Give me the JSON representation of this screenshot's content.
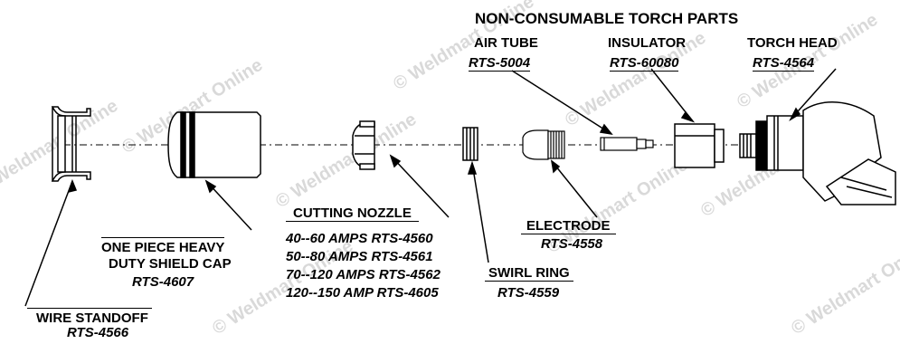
{
  "section_title": "NON-CONSUMABLE TORCH PARTS",
  "watermark": "© Weldmart Online",
  "parts": {
    "air_tube": {
      "name": "AIR TUBE",
      "part_no": "RTS-5004"
    },
    "insulator": {
      "name": "INSULATOR",
      "part_no": "RTS-60080"
    },
    "torch_head": {
      "name": "TORCH HEAD",
      "part_no": "RTS-4564"
    },
    "cutting_nozzle": {
      "name": "CUTTING NOZZLE",
      "variants": [
        "40--60 AMPS RTS-4560",
        "50--80 AMPS RTS-4561",
        "70--120 AMPS RTS-4562",
        "120--150 AMP RTS-4605"
      ]
    },
    "electrode": {
      "name": "ELECTRODE",
      "part_no": "RTS-4558"
    },
    "swirl_ring": {
      "name": "SWIRL RING",
      "part_no": "RTS-4559"
    },
    "shield_cap": {
      "name_line1": "ONE PIECE HEAVY",
      "name_line2": "DUTY SHIELD CAP",
      "part_no": "RTS-4607"
    },
    "wire_standoff": {
      "name": "WIRE STANDOFF",
      "part_no": "RTS-4566"
    }
  }
}
